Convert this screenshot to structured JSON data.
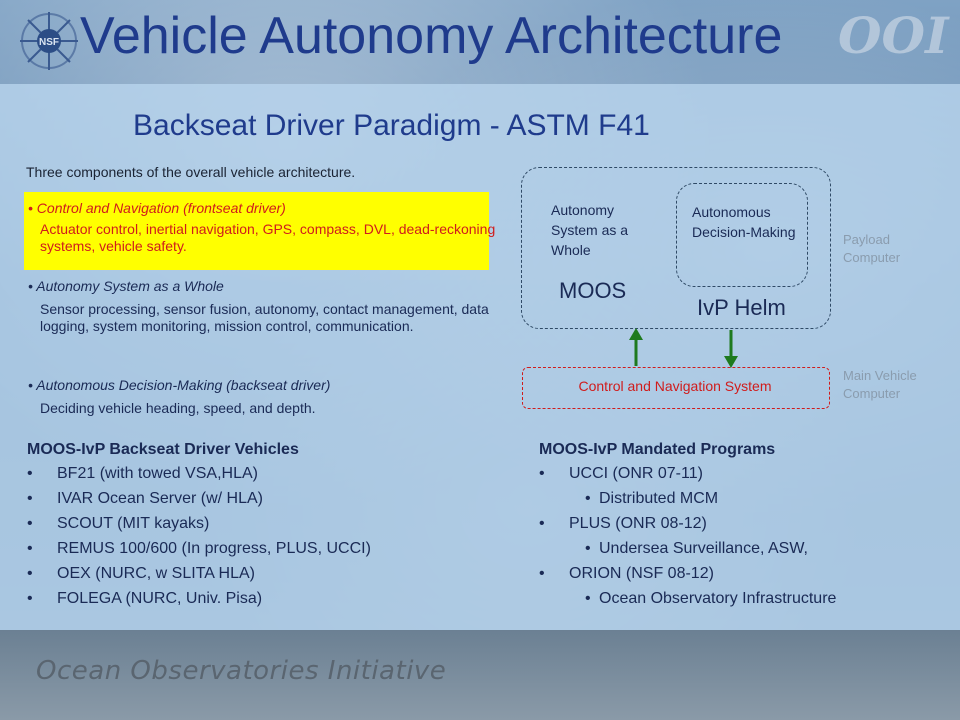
{
  "title": "Vehicle Autonomy Architecture",
  "logos": {
    "nsf": "NSF",
    "ooi": "OOI"
  },
  "subtitle": "Backseat Driver Paradigm - ASTM F41",
  "intro": "Three components of the overall vehicle architecture.",
  "components": [
    {
      "head": "Control and Navigation (frontseat driver)",
      "desc": "Actuator control, inertial navigation, GPS, compass, DVL, dead-reckoning systems, vehicle safety."
    },
    {
      "head": "Autonomy System as a Whole",
      "desc": "Sensor processing, sensor fusion, autonomy, contact management, data logging, system monitoring, mission control, communication."
    },
    {
      "head": "Autonomous Decision-Making (backseat driver)",
      "desc": "Deciding vehicle heading, speed, and depth."
    }
  ],
  "diagram": {
    "autonomy_label": "Autonomy System as a Whole",
    "decision_label": "Autonomous Decision-Making",
    "moos": "MOOS",
    "ivp_helm": "IvP Helm",
    "control_nav": "Control and Navigation System",
    "payload": "Payload Computer",
    "main_vehicle": "Main Vehicle Computer",
    "colors": {
      "arrow": "#1e7a1e",
      "control": "#d01c1c"
    }
  },
  "vehicles": {
    "title": "MOOS-IvP Backseat Driver Vehicles",
    "items": [
      "BF21 (with towed VSA,HLA)",
      "IVAR Ocean Server (w/ HLA)",
      "SCOUT (MIT kayaks)",
      "REMUS 100/600 (In progress, PLUS, UCCI)",
      "OEX (NURC, w SLITA HLA)",
      "FOLEGA (NURC, Univ. Pisa)"
    ]
  },
  "programs": {
    "title": "MOOS-IvP Mandated Programs",
    "items": [
      "UCCI (ONR 07-11)",
      "Distributed MCM",
      "PLUS (ONR 08-12)",
      "Undersea Surveillance, ASW,",
      "ORION (NSF 08-12)",
      "Ocean Observatory Infrastructure"
    ]
  },
  "footer": "Ocean Observatories Initiative"
}
